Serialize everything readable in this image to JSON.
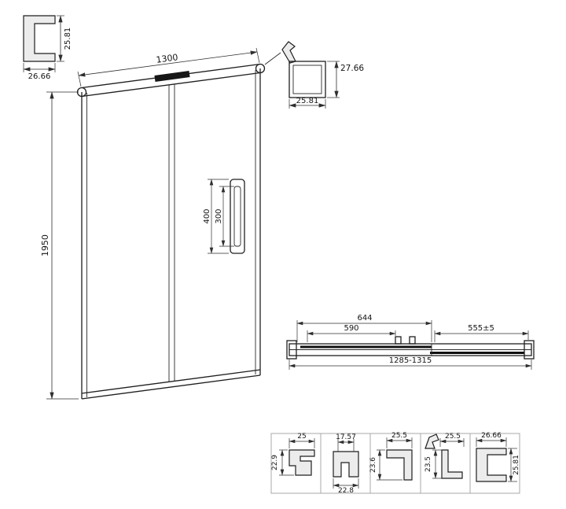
{
  "top_left_profile": {
    "height_dim": "25.81",
    "width_dim": "26.66"
  },
  "front_view": {
    "width_dim": "1300",
    "height_dim": "1950",
    "handle_outer_dim": "400",
    "handle_inner_dim": "300"
  },
  "top_right_profile": {
    "height_dim": "27.66",
    "width_dim": "25.81"
  },
  "plan_view": {
    "glass_span_dim": "644",
    "door_panel_dim": "590",
    "fixed_panel_dim": "555±5",
    "overall_width_dim": "1285-1315"
  },
  "profile_details": [
    {
      "top_dim": "25",
      "side_dim": "22.9"
    },
    {
      "top_dim": "17.57",
      "bottom_dim": "22.8"
    },
    {
      "top_dim": "25.5",
      "side_dim": "23.6"
    },
    {
      "top_dim": "25.5",
      "side_dim": "23.5"
    },
    {
      "top_dim": "26.66",
      "side_dim": "25.81"
    }
  ]
}
